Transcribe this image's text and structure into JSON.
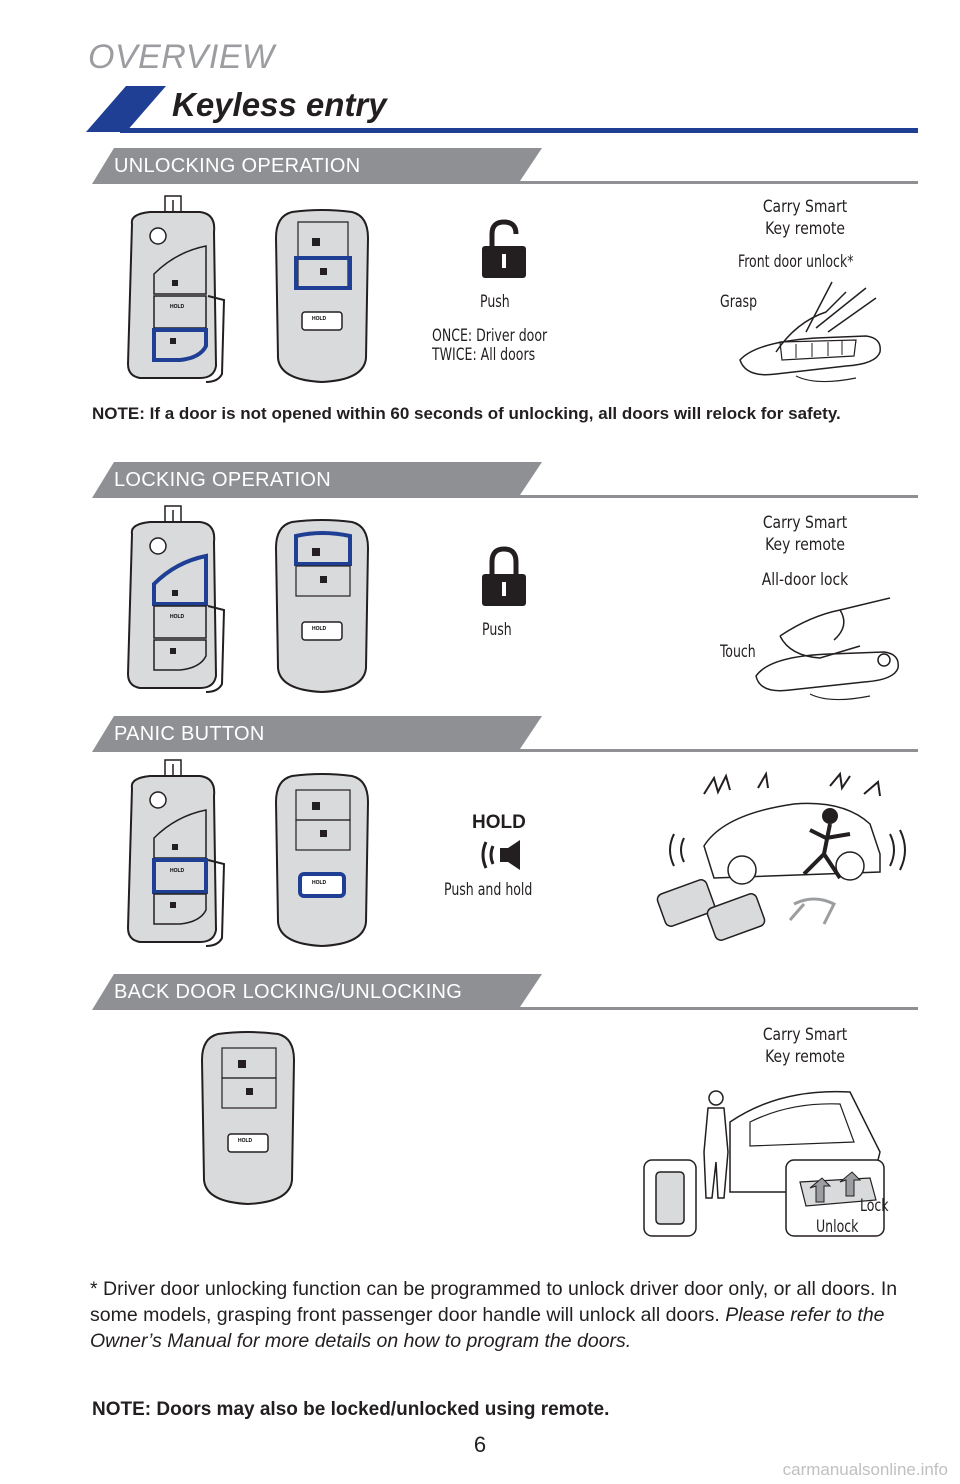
{
  "header": {
    "overview": "OVERVIEW",
    "title": "Keyless entry"
  },
  "sections": {
    "unlocking": {
      "heading": "UNLOCKING OPERATION",
      "push": "Push",
      "once": "ONCE: Driver door",
      "twice": "TWICE: All doors",
      "carry": "Carry Smart",
      "key_remote": "Key remote",
      "front_door_unlock": "Front door unlock*",
      "grasp": "Grasp",
      "note": "NOTE: If a door is not opened within 60 seconds of unlocking, all doors will relock for safety."
    },
    "locking": {
      "heading": "LOCKING OPERATION",
      "push": "Push",
      "carry": "Carry Smart",
      "key_remote": "Key remote",
      "all_door_lock": "All-door lock",
      "touch": "Touch"
    },
    "panic": {
      "heading": "PANIC BUTTON",
      "hold": "HOLD",
      "push_and_hold": "Push and hold"
    },
    "back_door": {
      "heading": "BACK DOOR LOCKING/UNLOCKING",
      "carry": "Carry Smart",
      "key_remote": "Key remote",
      "lock": "Lock",
      "unlock": "Unlock"
    }
  },
  "key_labels": {
    "hold": "HOLD"
  },
  "footnote": {
    "main": "* Driver door unlocking function can be programmed to unlock driver door only, or all doors. In some models, grasping front passenger door handle will unlock all doors. ",
    "italic": "Please refer to the Owner’s Manual for more details on how to program the doors."
  },
  "final_note": "NOTE: Doors may also be locked/unlocked using remote.",
  "page_number": "6",
  "watermark": "carmanualsonline.info",
  "colors": {
    "accent_blue": "#1f3f94",
    "header_gray": "#8e9093",
    "key_fill": "#d9dadb",
    "rule_gray": "#8e9093"
  },
  "icons": [
    "key-fob-flip-icon",
    "smart-key-icon",
    "unlock-icon",
    "lock-icon",
    "panic-hold-icon",
    "door-handle-grasp-icon",
    "door-handle-touch-icon",
    "car-alarm-icon",
    "back-door-icon"
  ]
}
